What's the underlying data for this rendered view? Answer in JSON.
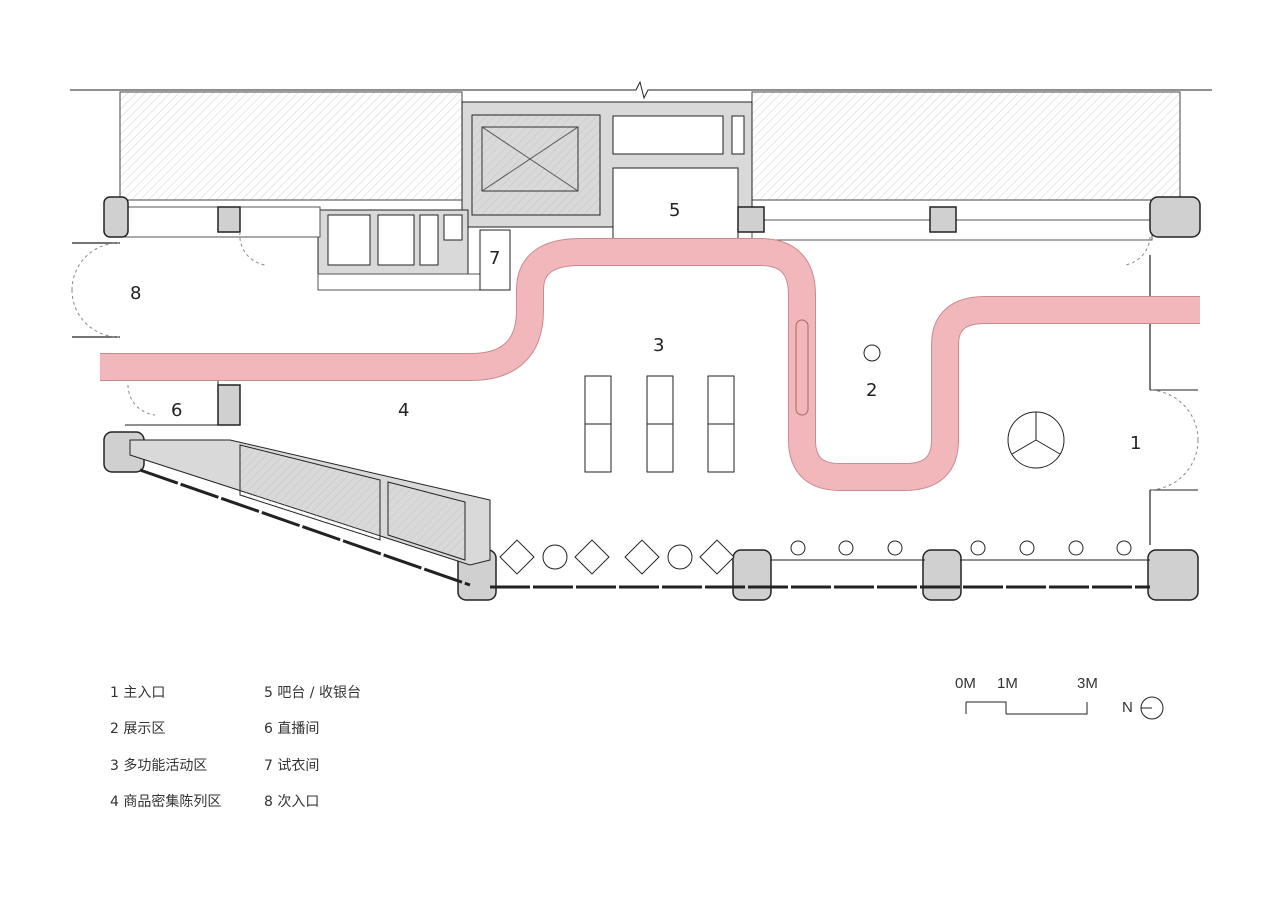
{
  "plan_labels": {
    "l1": "1",
    "l2": "2",
    "l3": "3",
    "l4": "4",
    "l5": "5",
    "l6": "6",
    "l7": "7",
    "l8": "8"
  },
  "legend": [
    "1 主入口",
    "2 展示区",
    "3 多功能活动区",
    "4 商品密集陈列区",
    "5 吧台 / 收银台",
    "6 直播间",
    "7 试衣间",
    "8 次入口"
  ],
  "scale_bar": {
    "labels": [
      "0M",
      "1M",
      "3M"
    ]
  },
  "north": {
    "label": "N"
  },
  "colors": {
    "path": "#f2b7bb",
    "path_edge": "#c98a90",
    "wall": "#d9d9d9",
    "line": "#222222"
  }
}
